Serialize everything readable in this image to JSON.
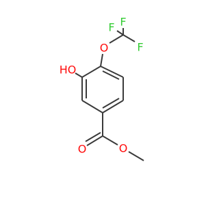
{
  "colors": {
    "background": "#ffffff",
    "bond": "#3a3a3a",
    "oxygen": "#ff0d0d",
    "fluorine": "#33cc33"
  },
  "atoms": {
    "fluorine_top": "F",
    "fluorine_left": "F",
    "fluorine_right": "F",
    "ether_oxygen": "O",
    "hydroxyl": "HO",
    "carbonyl_oxygen": "O",
    "ester_oxygen": "O"
  }
}
